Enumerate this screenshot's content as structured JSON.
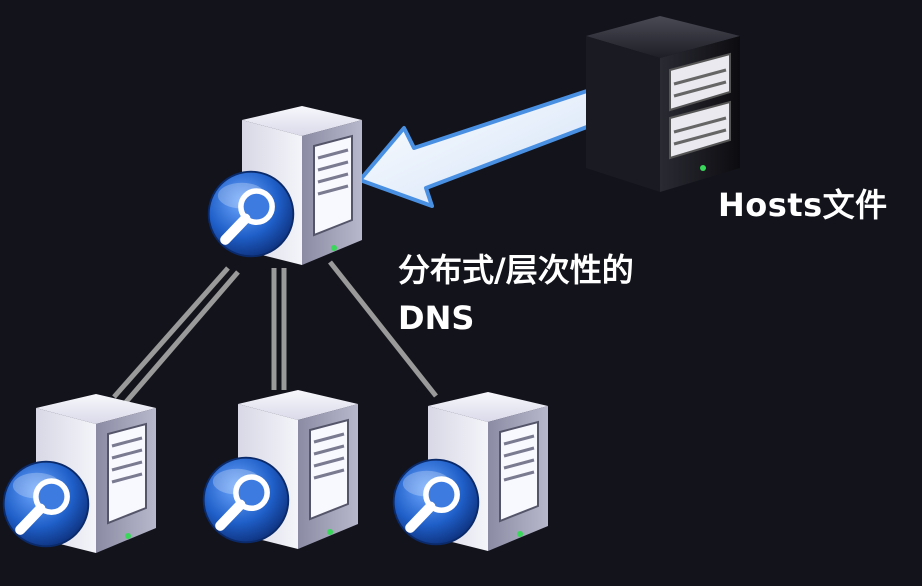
{
  "diagram": {
    "hosts_label": "Hosts文件",
    "dns_label_line1": "分布式/层次性的",
    "dns_label_line2": "DNS"
  },
  "nodes": [
    {
      "id": "root-dns-server",
      "icon": "server-search-icon"
    },
    {
      "id": "child-dns-server-1",
      "icon": "server-search-icon"
    },
    {
      "id": "child-dns-server-2",
      "icon": "server-search-icon"
    },
    {
      "id": "child-dns-server-3",
      "icon": "server-search-icon"
    },
    {
      "id": "hosts-file-server",
      "icon": "black-server-icon"
    }
  ],
  "colors": {
    "background": "#13131c",
    "arrow_fill": "#e8f0fb",
    "arrow_edge": "#4a90e2",
    "link_line": "#9a9a9a",
    "magnifier": "#1f5fc8"
  }
}
